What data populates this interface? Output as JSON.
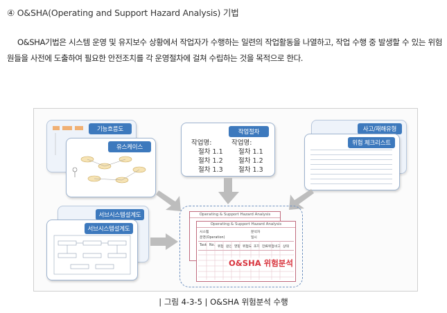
{
  "heading": "④ O&SHA(Operating and Support Hazard Analysis) 기법",
  "paragraph": "O&SHA기법은 시스템 운영 및 유지보수 상황에서 작업자가 수행하는 일련의 작업활동을 나열하고, 작업 수행 중 발생할 수 있는 위험원들을 사전에 도출하여 필요한 안전조치를 각 운영절차에 걸쳐 수립하는 것을 목적으로 한다.",
  "figure": {
    "cards": {
      "function_flow": "기능흐름도",
      "use_case": "유스케이스",
      "work_procedure": "작업절차",
      "accident_type": "사고/재해유형",
      "hazard_checklist": "위험 체크리스트",
      "subsystem_design_back": "서브시스템설계도",
      "subsystem_design_front": "서브시스템설계도"
    },
    "procedure": {
      "col1_title": "작업명:",
      "col2_title": "작업명:",
      "col1_steps": [
        "절차 1.1",
        "절차 1.2",
        "절차 1.3"
      ],
      "col2_steps": [
        "절차 1.1",
        "절차 1.2",
        "절차 1.3"
      ]
    },
    "form_back_title": "Operating & Support Hazard Analysis",
    "form_front_title": "Operating & Support Hazard Analysis",
    "form_headers": [
      "Task",
      "No.",
      "위험",
      "원인",
      "영향",
      "위험도",
      "조치",
      "잔류위험",
      "비고",
      "상태"
    ],
    "form_fields": [
      "시스템",
      "운영(Operation)",
      "분석자",
      "일시"
    ],
    "osha_label": "O&SHA 위험분석"
  },
  "caption": "| 그림 4-3-5 |  O&SHA 위험분석 수행",
  "colors": {
    "tab_blue": "#3d79bd",
    "form_red": "#c06a7d",
    "label_red": "#d8343e",
    "arrow_gray": "#bdbdbd"
  }
}
